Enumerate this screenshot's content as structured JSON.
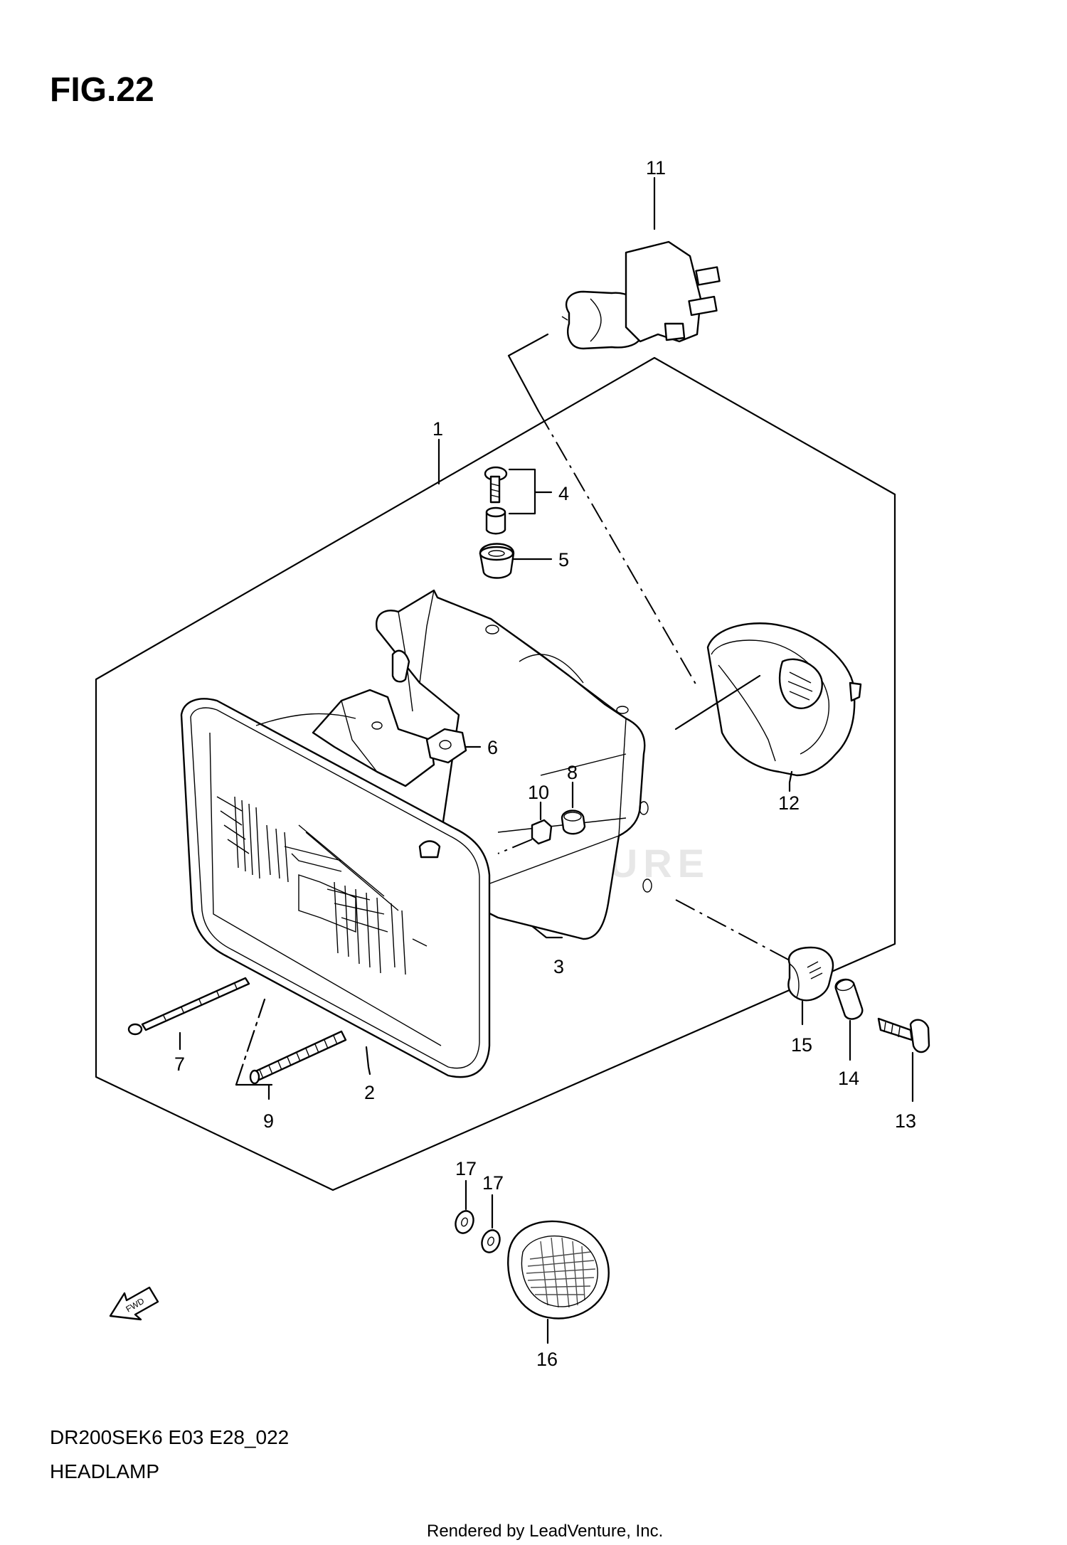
{
  "figure_label": "FIG.22",
  "part_labels": [
    "1",
    "2",
    "3",
    "4",
    "5",
    "6",
    "7",
    "8",
    "9",
    "10",
    "11",
    "12",
    "13",
    "14",
    "15",
    "16",
    "17",
    "17"
  ],
  "footer": {
    "model_code": "DR200SEK6 E03 E28_022",
    "title": "HEADLAMP"
  },
  "credit": "Rendered by LeadVenture, Inc.",
  "watermark": "LEADVENTURE",
  "fwd_arrow_text": "FWD"
}
